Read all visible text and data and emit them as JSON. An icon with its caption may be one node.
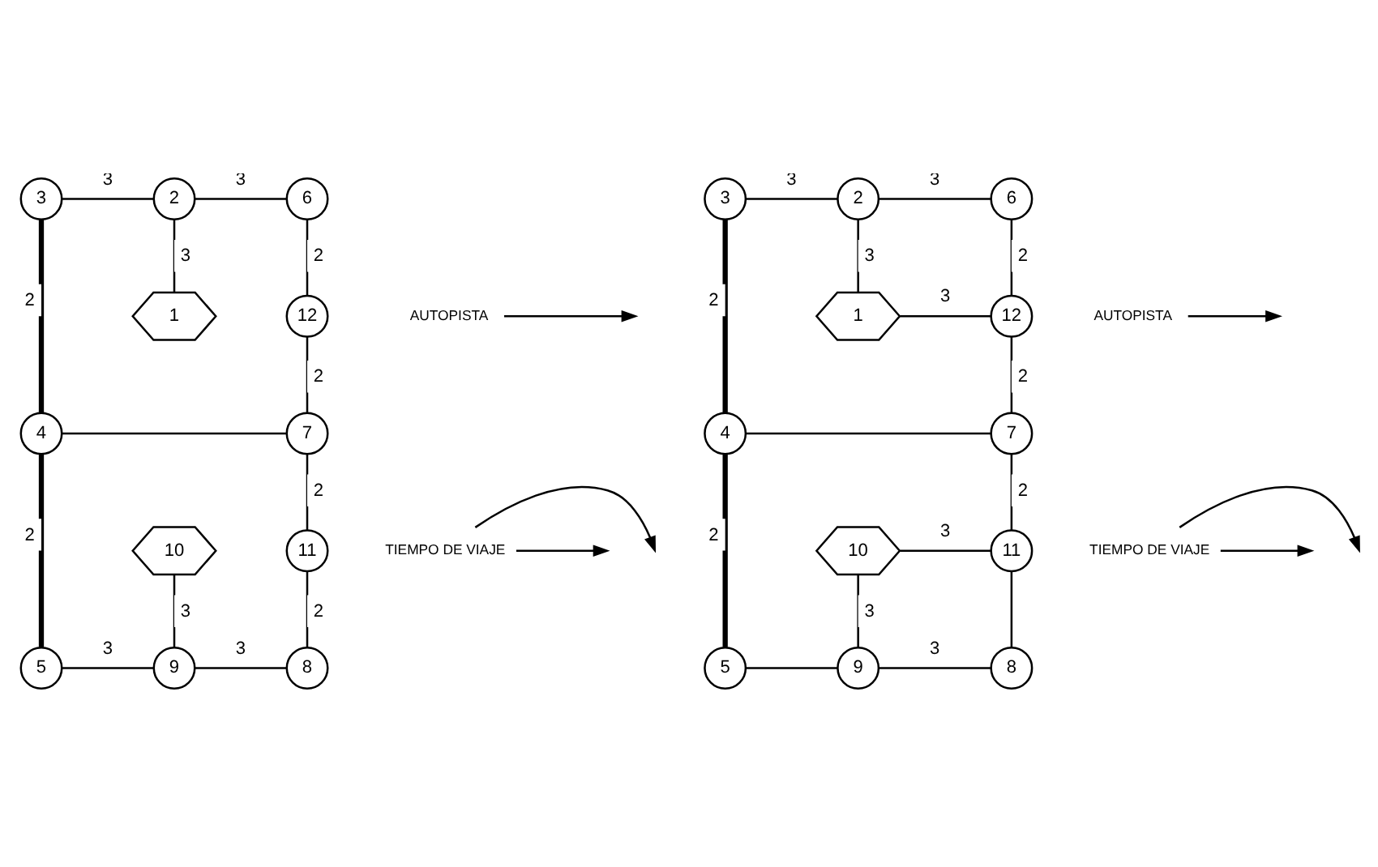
{
  "diagram": {
    "nodes": [
      {
        "text": [
          "3"
        ]
      },
      {
        "text": [
          "2"
        ]
      },
      {
        "text": [
          "6"
        ]
      },
      {
        "text": [
          "1"
        ]
      },
      {
        "text": [
          "12"
        ]
      },
      {
        "text": [
          "AUTOPISTA"
        ]
      },
      {
        "text": [
          "4"
        ]
      },
      {
        "text": [
          "7"
        ]
      },
      {
        "text": [
          "10"
        ]
      },
      {
        "text": [
          "11"
        ]
      },
      {
        "text": [
          "TIEMPO DE VIAJE"
        ]
      },
      {
        "text": [
          "5"
        ]
      },
      {
        "text": [
          "9"
        ]
      },
      {
        "text": [
          "8"
        ]
      },
      {
        "text": [
          "3"
        ]
      },
      {
        "text": [
          "2"
        ]
      },
      {
        "text": [
          "6"
        ]
      },
      {
        "text": [
          "1"
        ]
      },
      {
        "text": [
          "12"
        ]
      },
      {
        "text": [
          "AUTOPISTA"
        ]
      },
      {
        "text": [
          "4"
        ]
      },
      {
        "text": [
          "7"
        ]
      },
      {
        "text": [
          "10"
        ]
      },
      {
        "text": [
          "11"
        ]
      },
      {
        "text": [
          "TIEMPO DE VIAJE"
        ]
      },
      {
        "text": [
          "5"
        ]
      },
      {
        "text": [
          "9"
        ]
      },
      {
        "text": [
          "8"
        ]
      }
    ],
    "edges": [
      {
        "from": 0,
        "to": 1,
        "arrow": "none",
        "label": "3"
      },
      {
        "from": 1,
        "to": 2,
        "arrow": "none",
        "label": "3"
      },
      {
        "from": 1,
        "to": 3,
        "arrow": "none",
        "label": "3"
      },
      {
        "from": 2,
        "to": 4,
        "arrow": "none",
        "label": "2"
      },
      {
        "from": 0,
        "to": 6,
        "arrow": "none",
        "label": "2",
        "style": "thick"
      },
      {
        "from": 5,
        "to": null,
        "arrow": "to"
      },
      {
        "from": 4,
        "to": 7,
        "arrow": "none",
        "label": "2"
      },
      {
        "from": 6,
        "to": 7,
        "arrow": "none"
      },
      {
        "from": 7,
        "to": 9,
        "arrow": "none",
        "label": "2"
      },
      {
        "from": 6,
        "to": 11,
        "arrow": "none",
        "label": "2",
        "style": "thick"
      },
      {
        "from": 10,
        "to": null,
        "arrow": "to"
      },
      {
        "from": 10,
        "to": null,
        "arrow": "to"
      },
      {
        "from": 8,
        "to": 12,
        "arrow": "none",
        "label": "3"
      },
      {
        "from": 9,
        "to": 13,
        "arrow": "none",
        "label": "2"
      },
      {
        "from": 11,
        "to": 12,
        "arrow": "none",
        "label": "3"
      },
      {
        "from": 12,
        "to": 13,
        "arrow": "none",
        "label": "3"
      },
      {
        "from": 14,
        "to": 15,
        "arrow": "none",
        "label": "3"
      },
      {
        "from": 15,
        "to": 16,
        "arrow": "none",
        "label": "3"
      },
      {
        "from": 15,
        "to": 17,
        "arrow": "none",
        "label": "3"
      },
      {
        "from": 16,
        "to": 18,
        "arrow": "none",
        "label": "2"
      },
      {
        "from": 17,
        "to": 18,
        "arrow": "none",
        "label": "3"
      },
      {
        "from": 14,
        "to": 20,
        "arrow": "none",
        "label": "2",
        "style": "thick"
      },
      {
        "from": 19,
        "to": null,
        "arrow": "to"
      },
      {
        "from": 18,
        "to": 21,
        "arrow": "none",
        "label": "2"
      },
      {
        "from": 20,
        "to": 21,
        "arrow": "none"
      },
      {
        "from": 21,
        "to": 23,
        "arrow": "none",
        "label": "2"
      },
      {
        "from": 22,
        "to": 23,
        "arrow": "none",
        "label": "3"
      },
      {
        "from": 20,
        "to": 25,
        "arrow": "none",
        "label": "2",
        "style": "thick"
      },
      {
        "from": 24,
        "to": null,
        "arrow": "to"
      },
      {
        "from": 24,
        "to": null,
        "arrow": "to"
      },
      {
        "from": 22,
        "to": 26,
        "arrow": "none",
        "label": "3"
      },
      {
        "from": 23,
        "to": 27,
        "arrow": "none"
      },
      {
        "from": 25,
        "to": 26,
        "arrow": "none"
      },
      {
        "from": 26,
        "to": 27,
        "arrow": "none",
        "label": "3"
      }
    ]
  }
}
